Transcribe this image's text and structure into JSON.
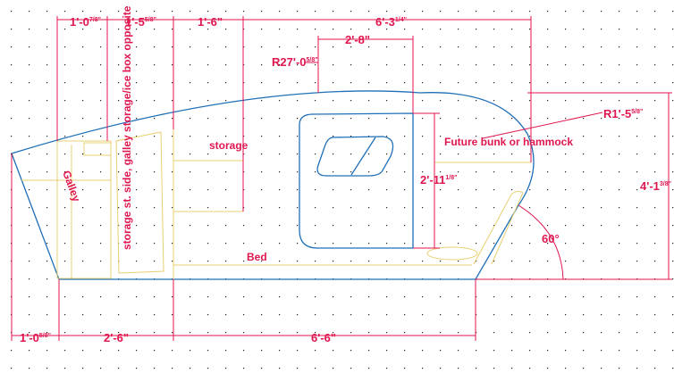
{
  "dimensions": {
    "top_galley": {
      "main": "1'-0",
      "sup": "7/8\""
    },
    "top_storage_side": {
      "main": "1'-5",
      "sup": "5/8\""
    },
    "top_storage": {
      "main": "1'-6\"",
      "sup": ""
    },
    "top_overall": {
      "main": "6'-3",
      "sup": "1/4\""
    },
    "window_width": {
      "main": "2'-8\"",
      "sup": ""
    },
    "roof_radius": {
      "main": "R27'-0",
      "sup": "5/8\""
    },
    "nose_radius": {
      "main": "R1'-5",
      "sup": "5/8\""
    },
    "door_height": {
      "main": "2'-11",
      "sup": "1/8\""
    },
    "overall_height": {
      "main": "4'-1",
      "sup": "3/8\""
    },
    "angle": {
      "main": "60°",
      "sup": ""
    },
    "bottom_front": {
      "main": "1'-0",
      "sup": "5/8\""
    },
    "bottom_galley": {
      "main": "2'-6\"",
      "sup": ""
    },
    "bottom_bed": {
      "main": "6'-6\"",
      "sup": ""
    }
  },
  "labels": {
    "galley": "Galley",
    "storage_side": "storage st. side, galley storage/ice box opposite",
    "storage": "storage",
    "future_bunk": "Future bunk or hammock",
    "bed": "Bed"
  },
  "colors": {
    "dimension": "#e0164f",
    "outline": "#1f6fb8",
    "interior": "#e8cf70",
    "grid_dot": "#222222"
  }
}
